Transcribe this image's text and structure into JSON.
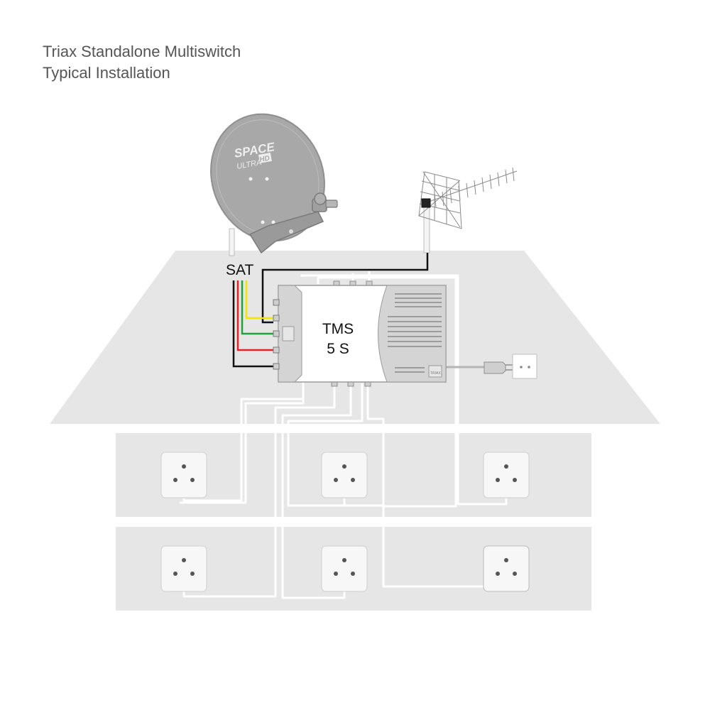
{
  "header": {
    "title_line_1": "Triax Standalone Multiswitch",
    "title_line_2": "Typical Installation"
  },
  "dish": {
    "brand_line_1": "SPACE",
    "brand_line_2": "ULTRA",
    "brand_badge": "HD"
  },
  "labels": {
    "sat": "SAT"
  },
  "multiswitch": {
    "model_line_1": "TMS",
    "model_line_2": "5 S",
    "badge": "TRIAX"
  },
  "colors": {
    "background": "#ffffff",
    "house": "#e6e6e6",
    "cable_yellow": "#f2e600",
    "cable_green": "#1fa33a",
    "cable_red": "#e8202a",
    "cable_black": "#111111",
    "cable_white": "#ffffff",
    "device_grey": "#cfcfcf",
    "dish_grey": "#a8a8a8"
  }
}
